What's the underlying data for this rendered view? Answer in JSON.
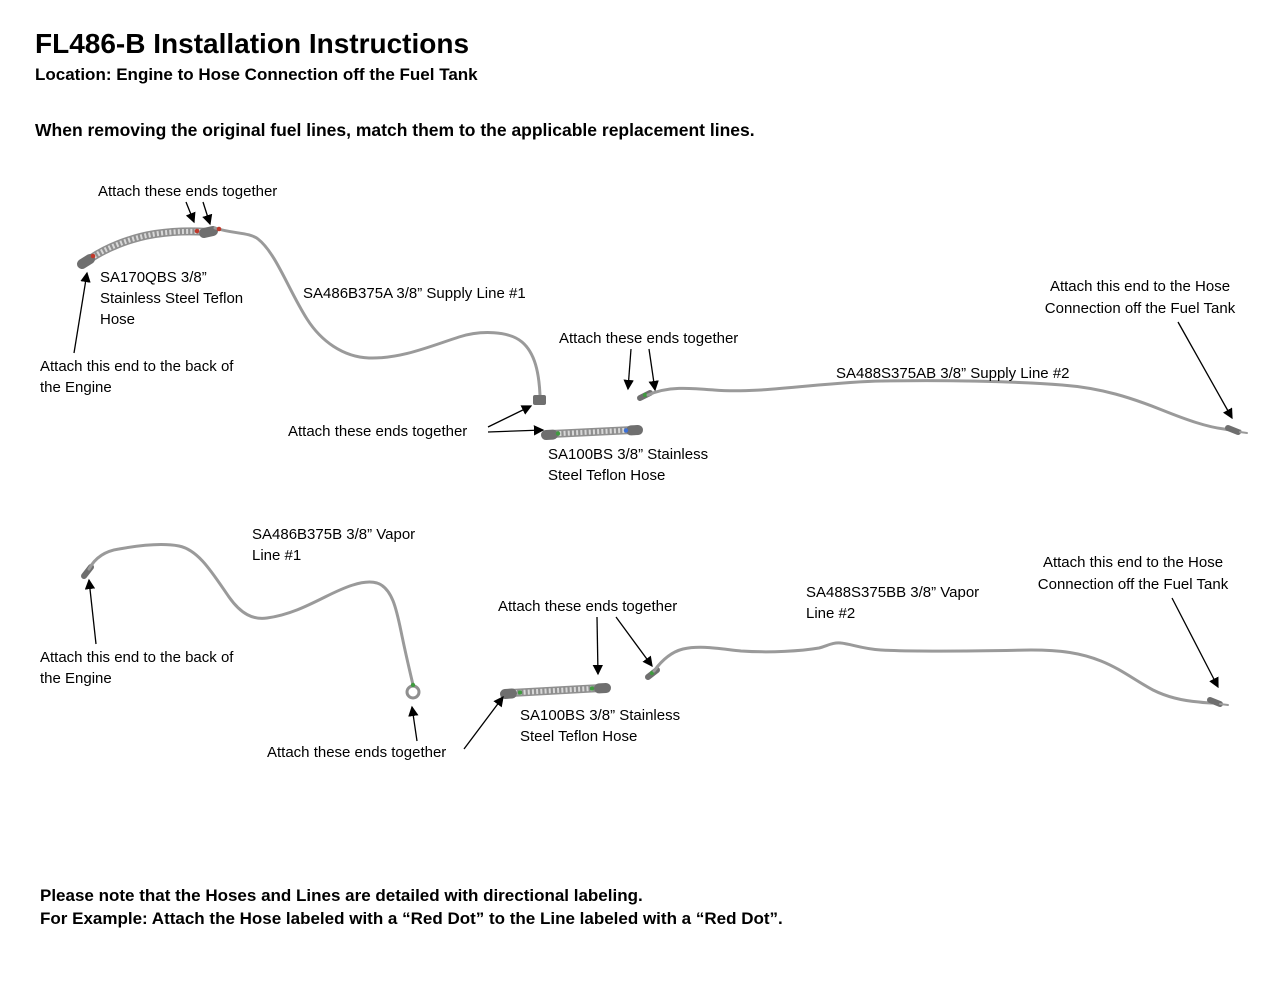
{
  "page": {
    "title": "FL486-B Installation Instructions",
    "subtitle": "Location: Engine to Hose Connection off the Fuel Tank",
    "intro": "When removing the original fuel lines, match them to the applicable replacement lines.",
    "footer": {
      "line1": "Please note that the Hoses and Lines are detailed with directional labeling.",
      "line2": "For Example: Attach the Hose labeled with a “Red Dot” to the Line labeled with a “Red Dot”."
    }
  },
  "labels": {
    "attach_ends_together": "Attach these ends together",
    "attach_engine": "Attach this end to the back of\nthe Engine",
    "attach_tank": "Attach this end to the Hose\nConnection off the Fuel Tank",
    "hose_sa170qbs": "SA170QBS 3/8”\nStainless Steel Teflon\nHose",
    "supply_line_1": "SA486B375A 3/8” Supply Line #1",
    "supply_line_2": "SA488S375AB 3/8” Supply Line #2",
    "hose_sa100bs": "SA100BS 3/8” Stainless\nSteel Teflon Hose",
    "vapor_line_1": "SA486B375B 3/8” Vapor\nLine #1",
    "vapor_line_2": "SA488S375BB 3/8” Vapor\nLine #2"
  },
  "colors": {
    "line_gray": "#9a9a9a",
    "fitting_gray": "#6f6f6f",
    "marker_red": "#c0392b",
    "marker_green": "#3f9a3f",
    "marker_blue": "#3a6fd8"
  }
}
